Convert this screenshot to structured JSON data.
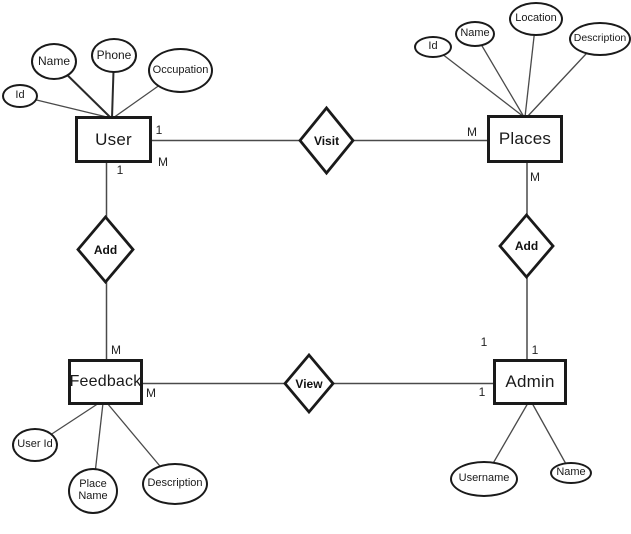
{
  "entities": [
    {
      "label": "User"
    },
    {
      "label": "Places"
    },
    {
      "label": "Feedback"
    },
    {
      "label": "Admin"
    }
  ],
  "relationships": [
    {
      "label": "Visit",
      "connects": "User - Places"
    },
    {
      "label": "Add",
      "connects": "User - Feedback"
    },
    {
      "label": "Add",
      "connects": "Places - Admin"
    },
    {
      "label": "View",
      "connects": "Feedback - Admin"
    }
  ],
  "attributes": [
    {
      "entity": "User",
      "label": "Id"
    },
    {
      "entity": "User",
      "label": "Name"
    },
    {
      "entity": "User",
      "label": "Phone"
    },
    {
      "entity": "User",
      "label": "Occupation"
    },
    {
      "entity": "Places",
      "label": "Id"
    },
    {
      "entity": "Places",
      "label": "Name"
    },
    {
      "entity": "Places",
      "label": "Location"
    },
    {
      "entity": "Places",
      "label": "Description"
    },
    {
      "entity": "Feedback",
      "label": "User Id"
    },
    {
      "entity": "Feedback",
      "label": "Place Name"
    },
    {
      "entity": "Feedback",
      "label": "Description"
    },
    {
      "entity": "Admin",
      "label": "Username"
    },
    {
      "entity": "Admin",
      "label": "Name"
    }
  ],
  "cardinalities": [
    {
      "text": "1",
      "near": "User, Visit line upper"
    },
    {
      "text": "M",
      "near": "User, Visit line lower"
    },
    {
      "text": "1",
      "near": "User, Add line"
    },
    {
      "text": "M",
      "near": "Places, Visit line"
    },
    {
      "text": "M",
      "near": "Places, Add line"
    },
    {
      "text": "M",
      "near": "Feedback, Add line"
    },
    {
      "text": "M",
      "near": "Feedback, View line"
    },
    {
      "text": "1",
      "near": "Admin, Add line left"
    },
    {
      "text": "1",
      "near": "Admin, Add line right"
    },
    {
      "text": "1",
      "near": "Admin, View line"
    }
  ],
  "colors": {
    "background": "#ffffff",
    "shape_stroke": "#1a1a1a",
    "connector": "#4a4a4a",
    "text": "#000000"
  }
}
